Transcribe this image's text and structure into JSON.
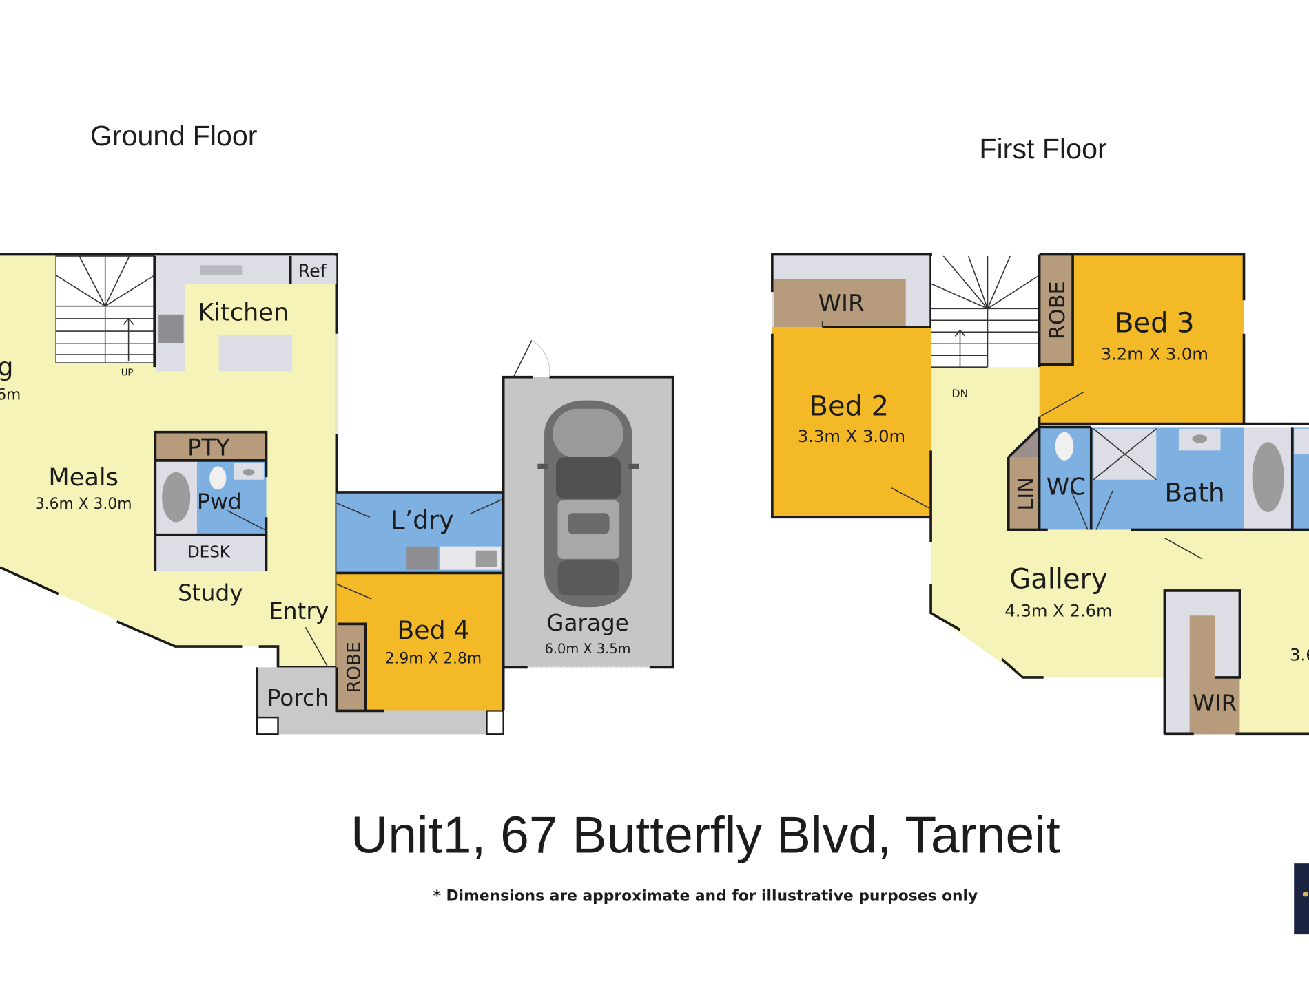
{
  "ground_floor": {
    "heading": "Ground Floor",
    "living_partial": "g",
    "living_dims_partial": "6m",
    "kitchen": "Kitchen",
    "ref": "Ref",
    "stairs_label": "UP",
    "meals": {
      "name": "Meals",
      "dims": "3.6m X 3.0m"
    },
    "pantry": "PTY",
    "powder": "Pwd",
    "desk": "DESK",
    "study": "Study",
    "entry": "Entry",
    "porch": "Porch",
    "laundry": "L’dry",
    "bed4": {
      "name": "Bed 4",
      "dims": "2.9m X 2.8m"
    },
    "robe": "ROBE",
    "garage": {
      "name": "Garage",
      "dims": "6.0m X 3.5m"
    }
  },
  "first_floor": {
    "heading": "First Floor",
    "wir_top": "WIR",
    "bed2": {
      "name": "Bed 2",
      "dims": "3.3m X 3.0m"
    },
    "stairs_label": "DN",
    "robe": "ROBE",
    "bed3": {
      "name": "Bed 3",
      "dims": "3.2m X 3.0m"
    },
    "linen": "LIN",
    "wc": "WC",
    "bath": "Bath",
    "gallery": {
      "name": "Gallery",
      "dims": "4.3m X 2.6m"
    },
    "wir_bottom": "WIR",
    "master_dims_partial": "3.6"
  },
  "footer": {
    "address": "Unit1, 67 Butterfly Blvd, Tarneit",
    "disclaimer": "* Dimensions are approximate and for illustrative purposes only"
  },
  "colors": {
    "living": "#f5f3b8",
    "bedroom": "#f4b927",
    "wet": "#7fb0e2",
    "storage": "#b69c7d",
    "bench": "#dcdde5",
    "garage": "#c6c6c6",
    "logo": "#1b2440"
  }
}
